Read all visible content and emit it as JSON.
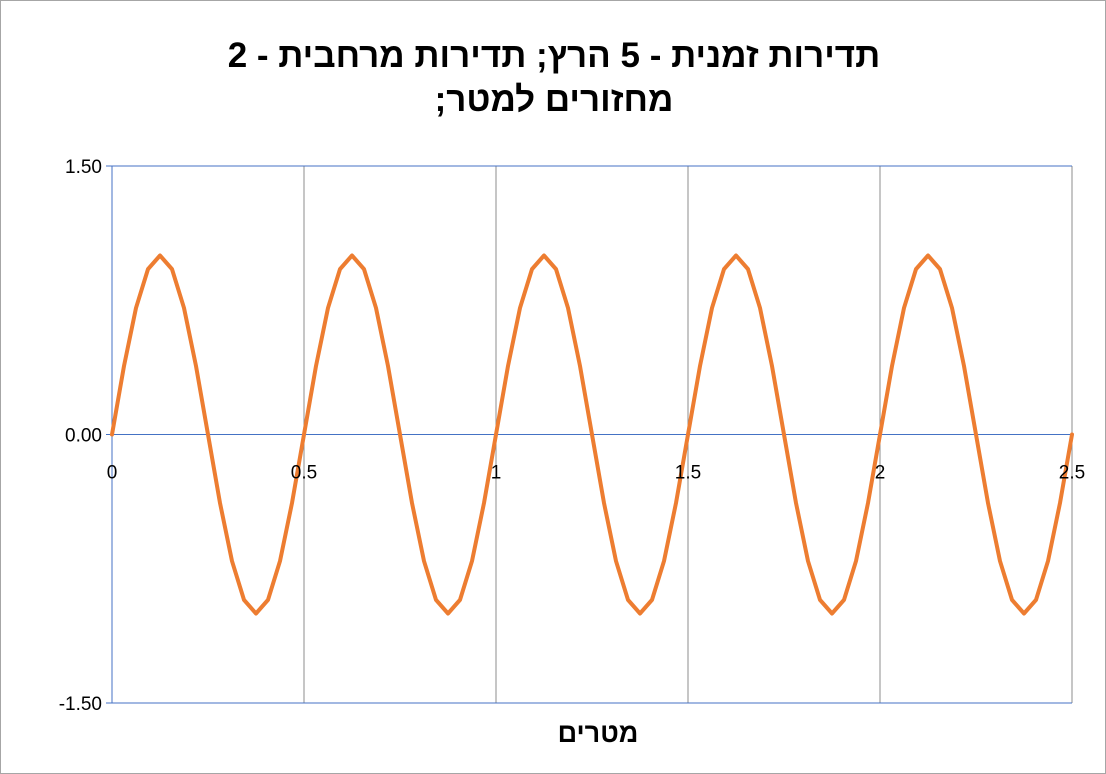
{
  "chart_data": {
    "type": "line",
    "title_lines": [
      "תדירות זמנית - 5 הרץ; תדירות מרחבית - 2",
      "מחזורים למטר;"
    ],
    "xlabel": "מטרים",
    "ylabel": "",
    "xlim": [
      0,
      2.5
    ],
    "ylim": [
      -1.5,
      1.5
    ],
    "x_ticks": [
      0,
      0.5,
      1,
      1.5,
      2,
      2.5
    ],
    "x_tick_labels": [
      "0",
      "0.5",
      "1",
      "1.5",
      "2",
      "2.5"
    ],
    "y_ticks": [
      -1.5,
      0,
      1.5
    ],
    "y_tick_labels": [
      "-1.50",
      "0.00",
      "1.50"
    ],
    "grid": {
      "vertical": true,
      "horizontal": false
    },
    "series": [
      {
        "color": "#ed7d31",
        "x": [
          0,
          0.03125,
          0.0625,
          0.09375,
          0.125,
          0.15625,
          0.1875,
          0.21875,
          0.25,
          0.28125,
          0.3125,
          0.34375,
          0.375,
          0.40625,
          0.4375,
          0.46875,
          0.5,
          0.53125,
          0.5625,
          0.59375,
          0.625,
          0.65625,
          0.6875,
          0.71875,
          0.75,
          0.78125,
          0.8125,
          0.84375,
          0.875,
          0.90625,
          0.9375,
          0.96875,
          1,
          1.03125,
          1.0625,
          1.09375,
          1.125,
          1.15625,
          1.1875,
          1.21875,
          1.25,
          1.28125,
          1.3125,
          1.34375,
          1.375,
          1.40625,
          1.4375,
          1.46875,
          1.5,
          1.53125,
          1.5625,
          1.59375,
          1.625,
          1.65625,
          1.6875,
          1.71875,
          1.75,
          1.78125,
          1.8125,
          1.84375,
          1.875,
          1.90625,
          1.9375,
          1.96875,
          2,
          2.03125,
          2.0625,
          2.09375,
          2.125,
          2.15625,
          2.1875,
          2.21875,
          2.25,
          2.28125,
          2.3125,
          2.34375,
          2.375,
          2.40625,
          2.4375,
          2.46875,
          2.5
        ],
        "values": [
          0,
          0.3827,
          0.7071,
          0.9239,
          1,
          0.9239,
          0.7071,
          0.3827,
          0,
          -0.3827,
          -0.7071,
          -0.9239,
          -1,
          -0.9239,
          -0.7071,
          -0.3827,
          0,
          0.3827,
          0.7071,
          0.9239,
          1,
          0.9239,
          0.7071,
          0.3827,
          0,
          -0.3827,
          -0.7071,
          -0.9239,
          -1,
          -0.9239,
          -0.7071,
          -0.3827,
          0,
          0.3827,
          0.7071,
          0.9239,
          1,
          0.9239,
          0.7071,
          0.3827,
          0,
          -0.3827,
          -0.7071,
          -0.9239,
          -1,
          -0.9239,
          -0.7071,
          -0.3827,
          0,
          0.3827,
          0.7071,
          0.9239,
          1,
          0.9239,
          0.7071,
          0.3827,
          0,
          -0.3827,
          -0.7071,
          -0.9239,
          -1,
          -0.9239,
          -0.7071,
          -0.3827,
          0,
          0.3827,
          0.7071,
          0.9239,
          1,
          0.9239,
          0.7071,
          0.3827,
          0,
          -0.3827,
          -0.7071,
          -0.9239,
          -1,
          -0.9239,
          -0.7071,
          -0.3827,
          0
        ]
      }
    ],
    "colors": {
      "grid": "#8c8c8c",
      "axis": "#4472c4",
      "frame": "#a6a6a6"
    }
  }
}
